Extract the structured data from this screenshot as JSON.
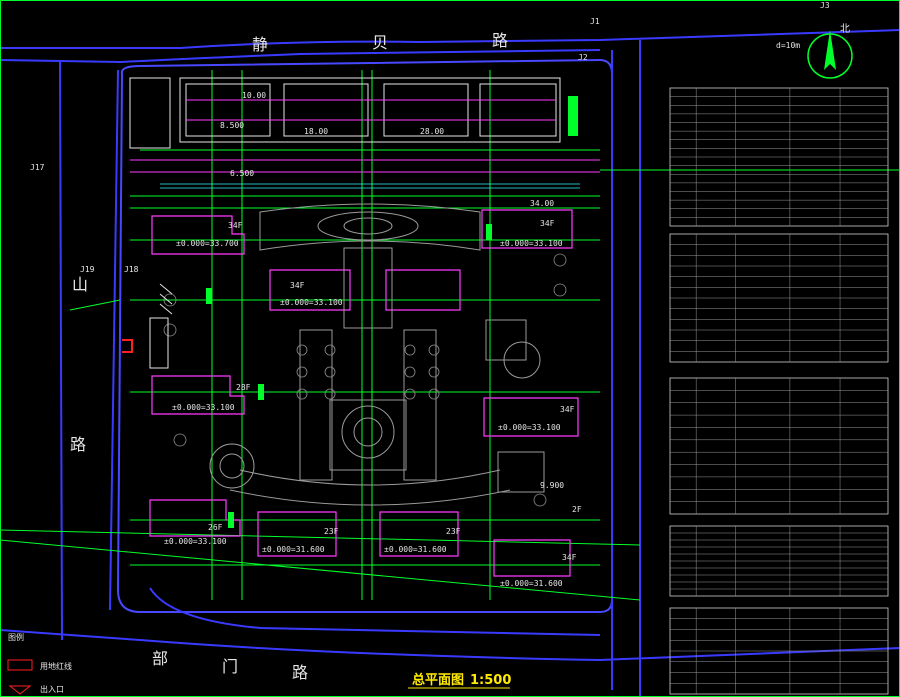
{
  "drawing": {
    "title": "总平面图",
    "scale": "1:500",
    "north_label": "北",
    "north_note": "d=10m"
  },
  "colors": {
    "background": "#000000",
    "road": "#3a3aff",
    "green": "#00ff2a",
    "magenta": "#ff3bff",
    "white": "#e6e6e6",
    "yellow": "#ffea00",
    "red": "#ff2020",
    "cyan": "#2ef0ff"
  },
  "roads": {
    "north_chars": [
      "静",
      "贝",
      "路"
    ],
    "south_chars": [
      "部",
      "门",
      "路"
    ],
    "west_chars": [
      "山",
      "路"
    ]
  },
  "buildings": [
    {
      "floors": "34F",
      "elev": "±0.000=33.700"
    },
    {
      "floors": "34F",
      "elev": "±0.000=33.100"
    },
    {
      "floors": "28F",
      "elev": "±0.000=33.100"
    },
    {
      "floors": "34F",
      "elev": "±0.000=33.100"
    },
    {
      "floors": "34F",
      "elev": "±0.000=33.100"
    },
    {
      "floors": "26F",
      "elev": "±0.000=33.100"
    },
    {
      "floors": "23F",
      "elev": "±0.000=31.600"
    },
    {
      "floors": "23F",
      "elev": "±0.000=31.600"
    },
    {
      "floors": "34F",
      "elev": "±0.000=31.600"
    },
    {
      "floors": "2F",
      "elev": "9.900"
    }
  ],
  "labels": {
    "top_dims": [
      "8.500",
      "10.00",
      "18.00",
      "28.00",
      "6.500",
      "34.00"
    ],
    "left_dims": [
      "J19",
      "J18",
      "J17"
    ],
    "right_marks": [
      "J2",
      "J1",
      "J3"
    ],
    "legend": [
      "图例",
      "用地红线",
      "出入口"
    ]
  },
  "tables": [
    {
      "rows": 16
    },
    {
      "rows": 12
    },
    {
      "rows": 11
    },
    {
      "rows": 10
    },
    {
      "rows": 8
    }
  ]
}
